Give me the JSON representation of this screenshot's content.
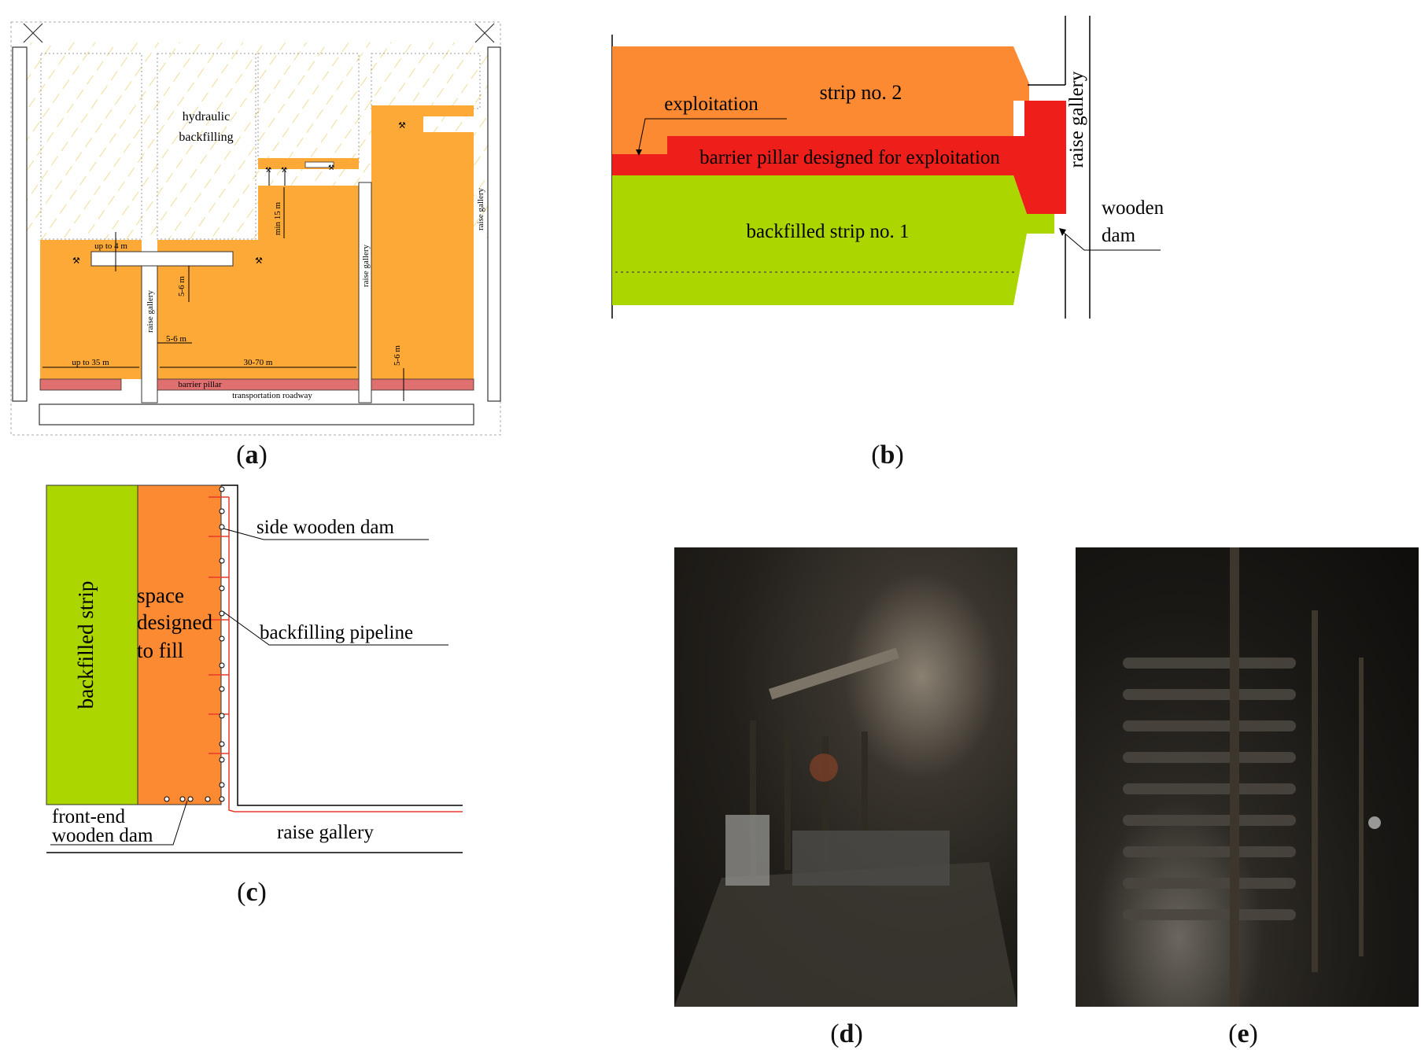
{
  "colors": {
    "orange_panel": "#FCA937",
    "orange_strip": "#FB8A32",
    "red_barrier": "#EE1F1A",
    "green_strip": "#ABD600",
    "barrier_pillar_band": "#E07070",
    "backfill_hatch": "#EFD37A",
    "pipeline": "#E83A2A"
  },
  "panel_a": {
    "caption_letter": "a",
    "hydraulic_backfilling": [
      "hydraulic",
      "backfilling"
    ],
    "up_to_4m": "up to 4 m",
    "min_15m": "min 15 m",
    "five_six_m_a": "5-6 m",
    "five_six_m_b": "5-6 m",
    "five_six_m_c": "5-6 m",
    "raise_gallery_1": "raise gallery",
    "raise_gallery_2": "raise gallery",
    "raise_gallery_3": "raise gallery",
    "up_to_35m": "up to 35 m",
    "range_30_70m": "30-70 m",
    "barrier_pillar": "barrier pillar",
    "transportation_roadway": "transportation roadway",
    "pick_symbol": "⚒"
  },
  "panel_b": {
    "caption_letter": "b",
    "strip_no_2": "strip no. 2",
    "exploitation": "exploitation",
    "barrier_pillar_designed": "barrier pillar designed for exploitation",
    "backfilled_strip_no_1": "backfilled strip no. 1",
    "raise_gallery": "raise gallery",
    "wooden_dam": [
      "wooden",
      "dam"
    ]
  },
  "panel_c": {
    "caption_letter": "c",
    "backfilled_strip": "backfilled strip",
    "space_designed_to_fill": [
      "space",
      "designed",
      "to fill"
    ],
    "side_wooden_dam": "side wooden dam",
    "backfilling_pipeline": "backfilling pipeline",
    "front_end_wooden_dam": [
      "front-end",
      "wooden dam"
    ],
    "raise_gallery": "raise gallery"
  },
  "panel_d": {
    "caption_letter": "d"
  },
  "panel_e": {
    "caption_letter": "e"
  }
}
